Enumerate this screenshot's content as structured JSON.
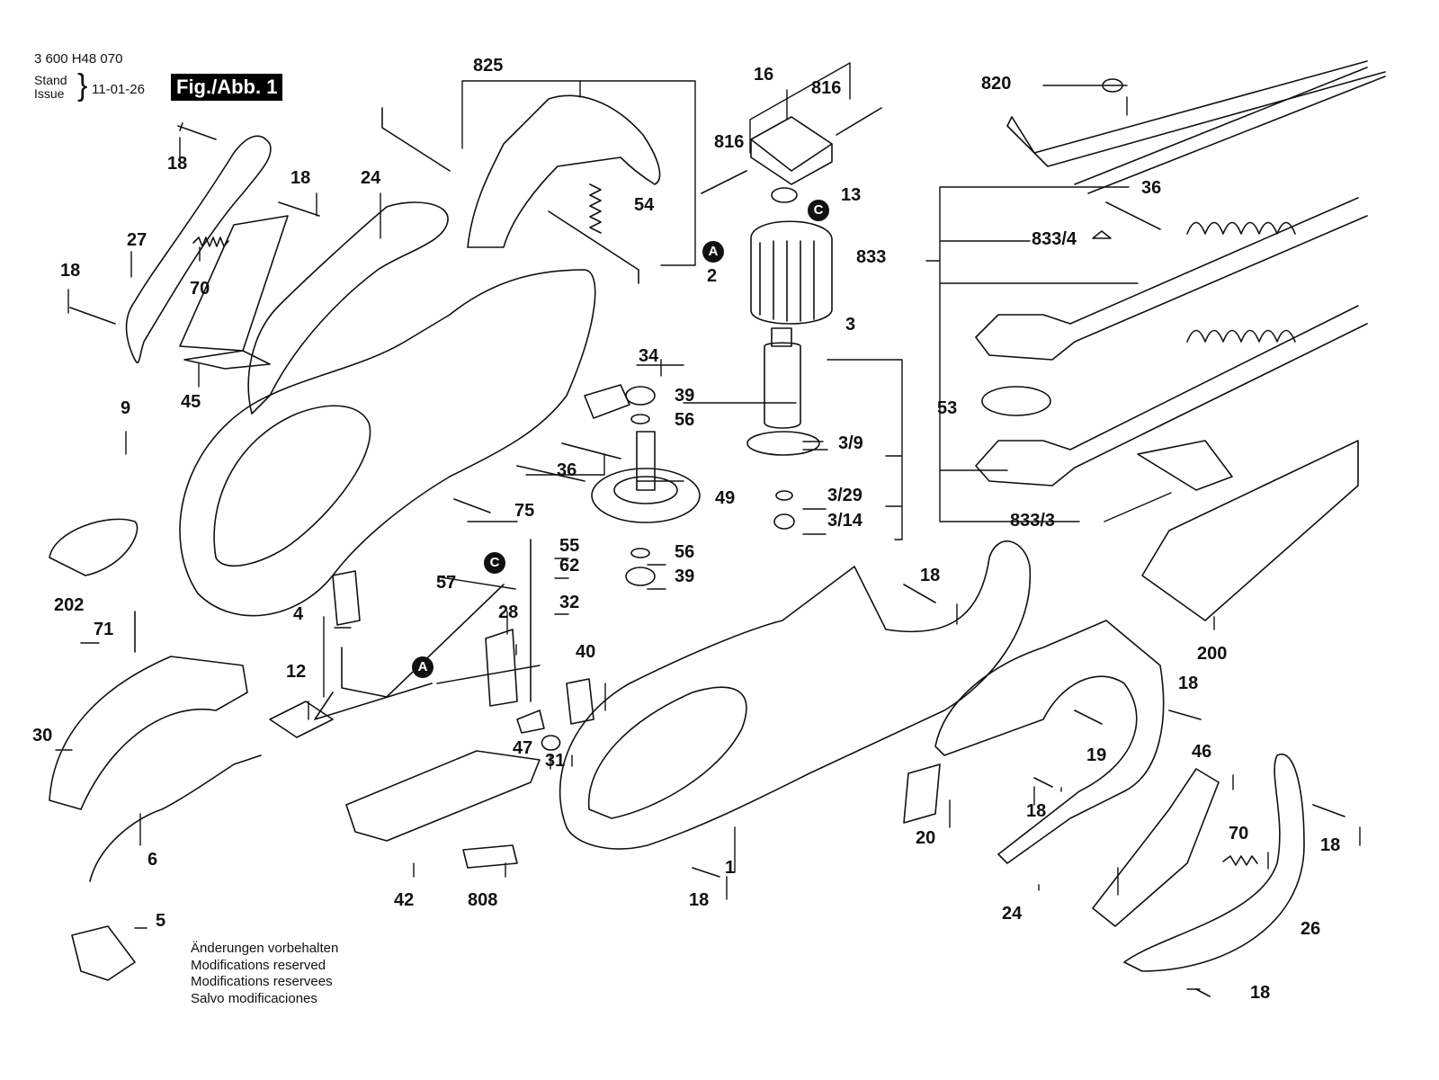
{
  "header": {
    "document_number": "3 600 H48 070",
    "stand_label": "Stand",
    "issue_label": "Issue",
    "date": "11-01-26",
    "figure_label": "Fig./Abb. 1"
  },
  "footer_notes": [
    "Änderungen vorbehalten",
    "Modifications reserved",
    "Modifications reservees",
    "Salvo modificaciones"
  ],
  "reference_markers": [
    "A",
    "C"
  ],
  "callouts": [
    {
      "id": "lbl-825",
      "text": "825"
    },
    {
      "id": "lbl-16",
      "text": "16"
    },
    {
      "id": "lbl-816a",
      "text": "816"
    },
    {
      "id": "lbl-816b",
      "text": "816"
    },
    {
      "id": "lbl-820",
      "text": "820"
    },
    {
      "id": "lbl-18a",
      "text": "18"
    },
    {
      "id": "lbl-18b",
      "text": "18"
    },
    {
      "id": "lbl-24a",
      "text": "24"
    },
    {
      "id": "lbl-54",
      "text": "54"
    },
    {
      "id": "lbl-13",
      "text": "13"
    },
    {
      "id": "lbl-27",
      "text": "27"
    },
    {
      "id": "lbl-2",
      "text": "2"
    },
    {
      "id": "lbl-36a",
      "text": "36"
    },
    {
      "id": "lbl-833-4",
      "text": "833/4"
    },
    {
      "id": "lbl-833",
      "text": "833"
    },
    {
      "id": "lbl-18c",
      "text": "18"
    },
    {
      "id": "lbl-70a",
      "text": "70"
    },
    {
      "id": "lbl-3",
      "text": "3"
    },
    {
      "id": "lbl-45",
      "text": "45"
    },
    {
      "id": "lbl-34",
      "text": "34"
    },
    {
      "id": "lbl-39a",
      "text": "39"
    },
    {
      "id": "lbl-56a",
      "text": "56"
    },
    {
      "id": "lbl-9",
      "text": "9"
    },
    {
      "id": "lbl-3-9",
      "text": "3/9"
    },
    {
      "id": "lbl-53",
      "text": "53"
    },
    {
      "id": "lbl-36b",
      "text": "36"
    },
    {
      "id": "lbl-49",
      "text": "49"
    },
    {
      "id": "lbl-3-29",
      "text": "3/29"
    },
    {
      "id": "lbl-75",
      "text": "75"
    },
    {
      "id": "lbl-3-14",
      "text": "3/14"
    },
    {
      "id": "lbl-833-3",
      "text": "833/3"
    },
    {
      "id": "lbl-55",
      "text": "55"
    },
    {
      "id": "lbl-56b",
      "text": "56"
    },
    {
      "id": "lbl-62",
      "text": "62"
    },
    {
      "id": "lbl-39b",
      "text": "39"
    },
    {
      "id": "lbl-18d",
      "text": "18"
    },
    {
      "id": "lbl-202",
      "text": "202"
    },
    {
      "id": "lbl-57",
      "text": "57"
    },
    {
      "id": "lbl-32",
      "text": "32"
    },
    {
      "id": "lbl-4",
      "text": "4"
    },
    {
      "id": "lbl-28",
      "text": "28"
    },
    {
      "id": "lbl-71",
      "text": "71"
    },
    {
      "id": "lbl-200",
      "text": "200"
    },
    {
      "id": "lbl-40",
      "text": "40"
    },
    {
      "id": "lbl-12",
      "text": "12"
    },
    {
      "id": "lbl-18e",
      "text": "18"
    },
    {
      "id": "lbl-30",
      "text": "30"
    },
    {
      "id": "lbl-47",
      "text": "47"
    },
    {
      "id": "lbl-31",
      "text": "31"
    },
    {
      "id": "lbl-19",
      "text": "19"
    },
    {
      "id": "lbl-46",
      "text": "46"
    },
    {
      "id": "lbl-6",
      "text": "6"
    },
    {
      "id": "lbl-18f",
      "text": "18"
    },
    {
      "id": "lbl-20",
      "text": "20"
    },
    {
      "id": "lbl-70b",
      "text": "70"
    },
    {
      "id": "lbl-18g",
      "text": "18"
    },
    {
      "id": "lbl-42",
      "text": "42"
    },
    {
      "id": "lbl-808",
      "text": "808"
    },
    {
      "id": "lbl-18h",
      "text": "18"
    },
    {
      "id": "lbl-1",
      "text": "1"
    },
    {
      "id": "lbl-24b",
      "text": "24"
    },
    {
      "id": "lbl-5",
      "text": "5"
    },
    {
      "id": "lbl-26",
      "text": "26"
    },
    {
      "id": "lbl-18i",
      "text": "18"
    }
  ]
}
